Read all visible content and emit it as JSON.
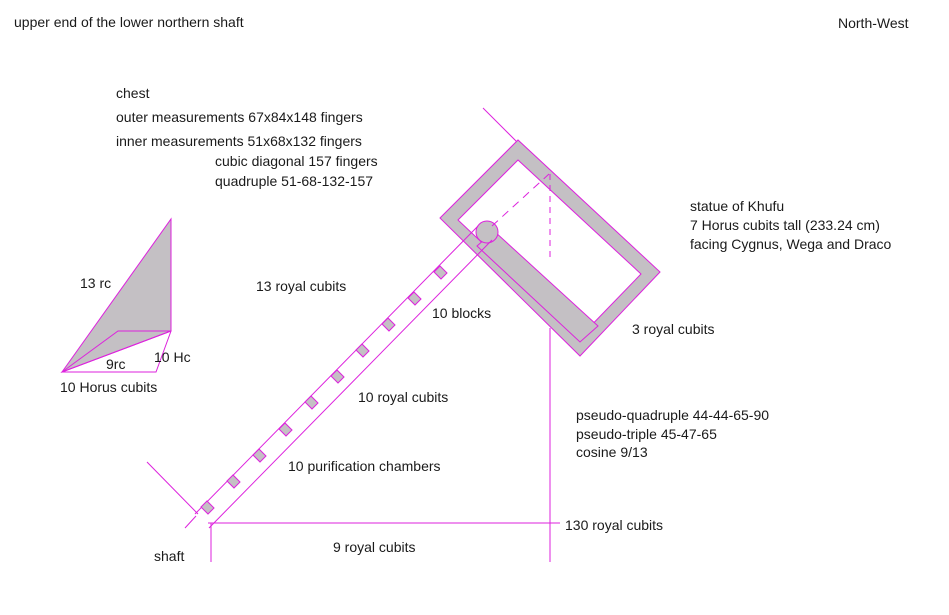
{
  "header": {
    "title": "upper end of the lower northern shaft",
    "orientation": "North-West"
  },
  "chest": {
    "heading": "chest",
    "outer": "outer measurements 67x84x148 fingers",
    "inner": "inner measurements 51x68x132 fingers",
    "diagonal": "cubic diagonal  157 fingers",
    "quadruple": "quadruple   51-68-132-157"
  },
  "statue": {
    "line1": "statue of Khufu",
    "line2": "7 Horus cubits tall  (233.24 cm)",
    "line3": "facing Cygnus, Wega and Draco"
  },
  "small_triangle": {
    "hyp": "13 rc",
    "base": "9rc",
    "side": "10 Hc",
    "bottom": "10 Horus cubits"
  },
  "shaft_labels": {
    "thirteen": "13 royal cubits",
    "blocks": "10 blocks",
    "three": "3 royal cubits",
    "ten_royal": "10  royal  cubits",
    "chambers": "10 purification chambers",
    "nine": "9  royal cubits",
    "one_thirty": "130  royal cubits",
    "shaft": "shaft"
  },
  "ratios": {
    "line1": "pseudo-quadruple 44-44-65-90",
    "line2": "pseudo-triple 45-47-65",
    "line3": "cosine 9/13"
  },
  "colors": {
    "line": "#dd22dd",
    "fill": "#c4c0c4",
    "text": "#1a1a1a"
  }
}
